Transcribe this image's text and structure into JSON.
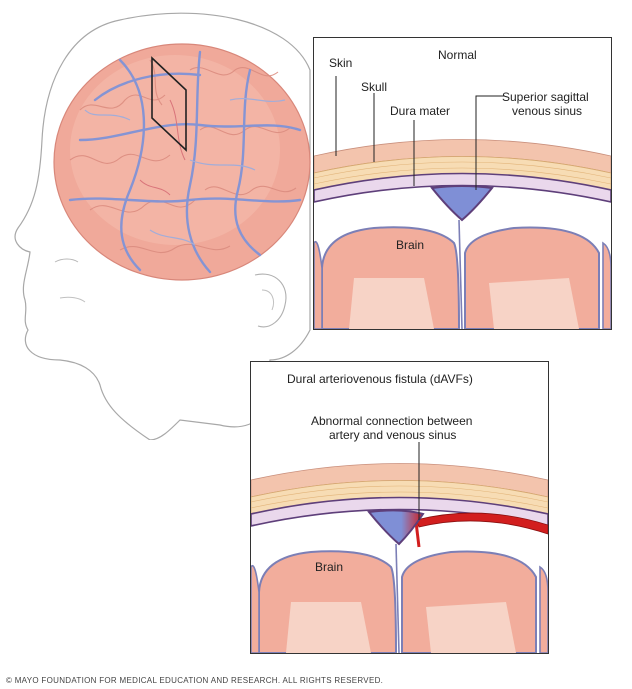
{
  "head_illustration": {
    "description_icon": "head-with-brain-icon"
  },
  "normal_panel": {
    "title": "Normal",
    "labels": {
      "skin": "Skin",
      "skull": "Skull",
      "dura": "Dura mater",
      "sinus_line1": "Superior sagittal",
      "sinus_line2": "venous sinus",
      "brain": "Brain"
    }
  },
  "davf_panel": {
    "title": "Dural arteriovenous fistula (dAVFs)",
    "labels": {
      "connection_line1": "Abnormal connection between",
      "connection_line2": "artery and venous sinus",
      "brain": "Brain"
    }
  },
  "footer": {
    "copyright": "© MAYO FOUNDATION FOR MEDICAL EDUCATION AND RESEARCH. ALL RIGHTS RESERVED."
  },
  "colors": {
    "skin": "#f3c4ad",
    "skull": "#f7dcb4",
    "dura": "#6a4b86",
    "vein": "#7f8fd6",
    "artery": "#d21e1e",
    "brain": "#f2ad9c",
    "brain_light": "#f7d3c6"
  }
}
